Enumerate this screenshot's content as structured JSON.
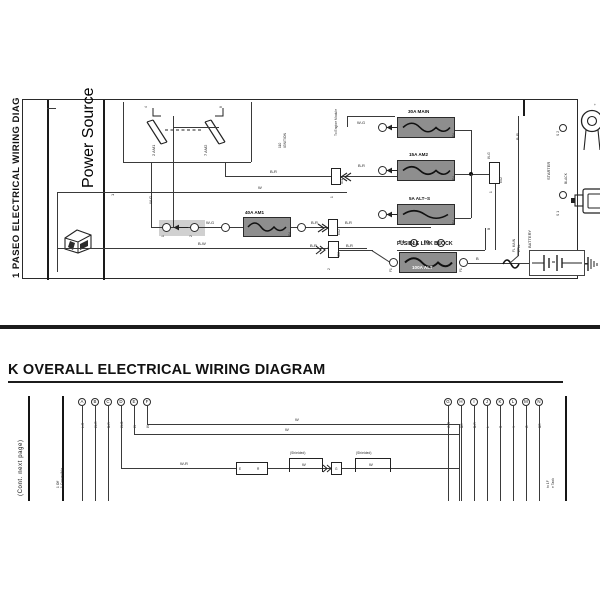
{
  "page": {
    "heading": "K OVERALL ELECTRICAL WIRING DIAGRAM",
    "background_color": "#ffffff",
    "ink_color": "#1a1a1a",
    "fuse_fill_color": "#8e8e8e",
    "highlight_color": "#d0d0d0"
  },
  "top_diagram": {
    "side_title": "1 PASEO ELECTRICAL WIRING DIAG",
    "section_label": "Power Source",
    "column_number": "1",
    "ignition": {
      "block_number": "110",
      "block_name": "IGNITION",
      "terminal_left": "2 AM1",
      "terminal_right": "7 AM2",
      "contact_left": "4",
      "contact_right": "8"
    },
    "engine_module_label": "To Engine Module",
    "connectors": [
      {
        "name": "IG1",
        "pin": "1"
      },
      {
        "name": "IE2",
        "pin": "2"
      },
      {
        "name": "E02",
        "pin": "1"
      }
    ],
    "fuses": [
      {
        "label": "40A AM1",
        "pin": "F4"
      },
      {
        "label": "30A MAIN",
        "pin": "F4"
      },
      {
        "label": "15A AM2",
        "pin": "F4"
      },
      {
        "label": "5A ALT–S",
        "pin": "F4"
      },
      {
        "label": "100A ALT",
        "pin": "F1"
      }
    ],
    "fusible_link_block": {
      "line1_prefix": "F4",
      "line1_mid": ", F5",
      "badge_a": "A",
      "badge_b": "B",
      "title": "FUSIBLE LINK BLOCK"
    },
    "fl_main": {
      "label": "FL MAIN",
      "sub": "2. 0L"
    },
    "wire_labels": [
      "W-G",
      "B-R",
      "W",
      "B-W",
      "W-G",
      "B-R",
      "B-R",
      "B-R",
      "W-G",
      "B",
      "B",
      "B-R",
      "B-R"
    ],
    "starter": {
      "label": "STARTER",
      "terminal_2": "S 2",
      "badge_2": "A",
      "terminal_1": "S 1",
      "badge_1": "B",
      "wire_color": "BLACK",
      "plus": "+"
    },
    "battery": {
      "label": "BATTERY"
    }
  },
  "bottom_diagram": {
    "cont_note": "(Cont. next page)",
    "left_note_1": "1 Off",
    "left_note_2": "1 Convertible",
    "left_connectors": [
      {
        "letter": "A",
        "wire": "L-R"
      },
      {
        "letter": "B",
        "wire": "W-R"
      },
      {
        "letter": "C",
        "wire": "B-R"
      },
      {
        "letter": "D",
        "wire": "W-B"
      },
      {
        "letter": "E",
        "wire": "W"
      },
      {
        "letter": "F",
        "wire": "W"
      }
    ],
    "right_connectors": [
      {
        "letter": "G",
        "wire": "G-R"
      },
      {
        "letter": "H",
        "wire": "BR"
      },
      {
        "letter": "I",
        "wire": "B-R"
      },
      {
        "letter": "J",
        "wire": "L"
      },
      {
        "letter": "K",
        "wire": "R"
      },
      {
        "letter": "L",
        "wire": "Y"
      },
      {
        "letter": "M",
        "wire": "G"
      },
      {
        "letter": "N",
        "wire": "BR"
      }
    ],
    "bus_labels": [
      "W",
      "W",
      "W",
      "W-R"
    ],
    "shielded_labels": [
      "(Shielded)",
      "(Shielded)"
    ],
    "inline_wire_labels": [
      "W",
      "W",
      "W"
    ],
    "small_box_labels": [
      "E",
      "R",
      "G"
    ],
    "right_note_1": "to 1F",
    "right_note_2": "e Tank"
  }
}
